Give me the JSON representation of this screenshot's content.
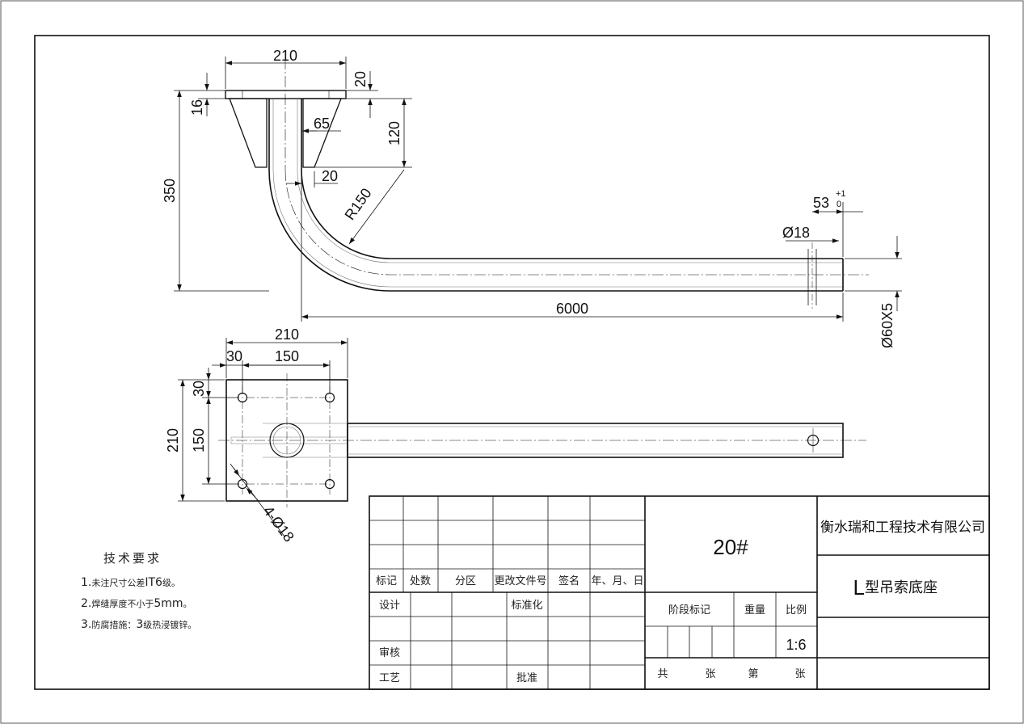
{
  "drawing": {
    "side_view": {
      "plate_width": "210",
      "plate_thickness": "20",
      "flange_thickness": "16",
      "overall_height": "350",
      "gusset_height": "120",
      "gusset_width": "65",
      "gusset_offset": "20",
      "bend_radius": "R150",
      "arm_length": "6000",
      "hole_offset": "53",
      "hole_offset_upper_tol": "+1",
      "hole_offset_lower_tol": "0",
      "hole_diameter": "Ø18",
      "pipe_size": "Ø60X5"
    },
    "plan_view": {
      "plate_width": "210",
      "hole_edge": "30",
      "hole_pitch": "150",
      "plate_height": "210",
      "hole_edge_v": "30",
      "hole_pitch_v": "150",
      "bolt_holes": "4-Ø18"
    }
  },
  "notes": {
    "title": "技术要求",
    "items": [
      {
        "num": "1.",
        "text": "未注尺寸公差",
        "em": "IT6",
        "tail": "级。"
      },
      {
        "num": "2.",
        "text": "焊缝厚度不小于",
        "em": "5mm",
        "tail": "。"
      },
      {
        "num": "3.",
        "text": "防腐措施：",
        "em": "3",
        "tail": "级热浸镀锌。"
      }
    ]
  },
  "title_block": {
    "rev_headers": [
      "标记",
      "处数",
      "分区",
      "更改文件号",
      "签名",
      "年、月、日"
    ],
    "design": "设计",
    "standardize": "标准化",
    "review": "审核",
    "process": "工艺",
    "approve": "批准",
    "material": "20#",
    "company": "衡水瑞和工程技术有限公司",
    "part_name_first": "L",
    "part_name_rest": "型吊索底座",
    "stage_mark": "阶段标记",
    "weight": "重量",
    "scale_label": "比例",
    "scale_value": "1:6",
    "total_label": "共",
    "sheet_label": "张",
    "nth_label": "第",
    "sheet_label2": "张"
  }
}
